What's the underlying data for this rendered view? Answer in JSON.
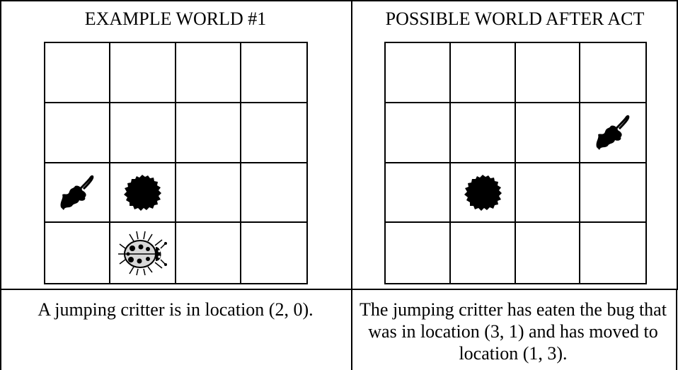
{
  "panels": [
    {
      "title": "EXAMPLE WORLD #1",
      "caption": "A jumping critter is in location (2, 0)."
    },
    {
      "title": "POSSIBLE WORLD AFTER ACT",
      "caption": "The jumping critter has eaten the bug that was in location (3, 1) and has moved to location (1, 3)."
    }
  ],
  "grid": {
    "rows": 4,
    "cols": 4
  },
  "icons": {
    "leaf": "leaf-icon",
    "rock": "rock-icon",
    "bug": "ladybug-icon"
  },
  "colors": {
    "line": "#000000",
    "background": "#ffffff"
  }
}
